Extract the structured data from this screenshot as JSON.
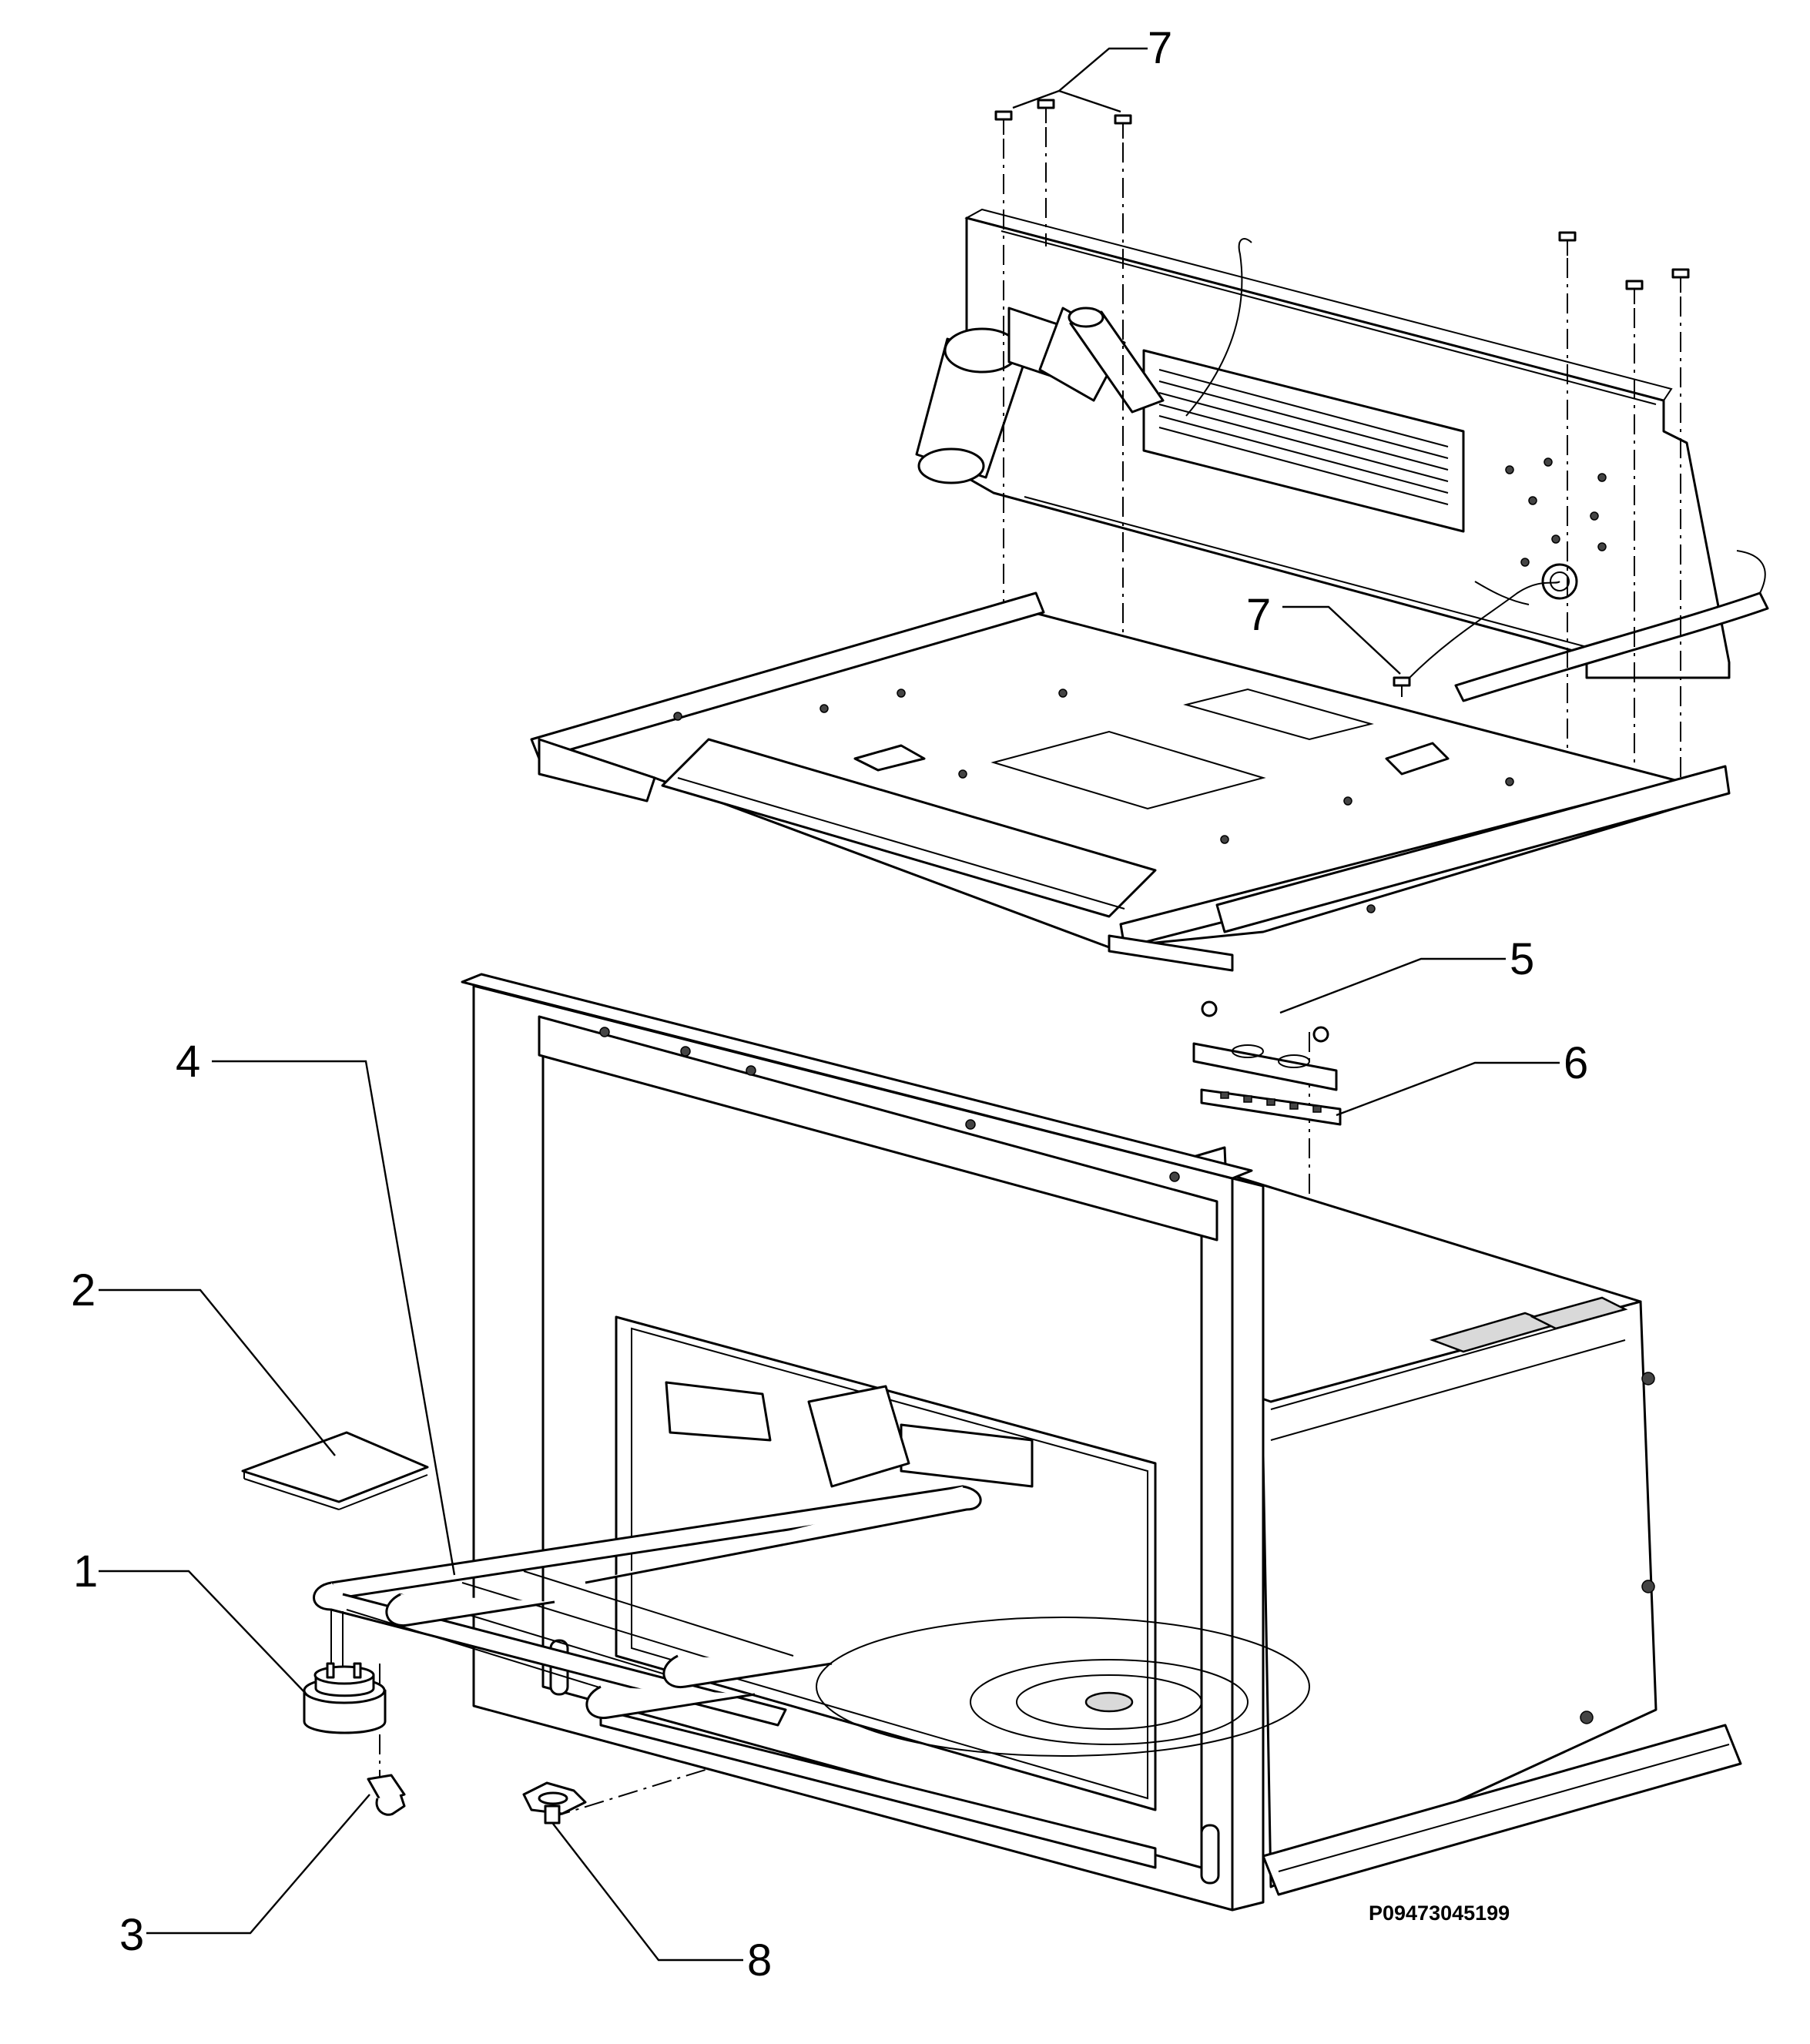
{
  "callouts": [
    {
      "id": "c7a",
      "label": "7"
    },
    {
      "id": "c7b",
      "label": "7"
    },
    {
      "id": "c5",
      "label": "5"
    },
    {
      "id": "c6",
      "label": "6"
    },
    {
      "id": "c4",
      "label": "4"
    },
    {
      "id": "c2",
      "label": "2"
    },
    {
      "id": "c1",
      "label": "1"
    },
    {
      "id": "c3",
      "label": "3"
    },
    {
      "id": "c8",
      "label": "8"
    }
  ],
  "document_id": "P09473045199"
}
